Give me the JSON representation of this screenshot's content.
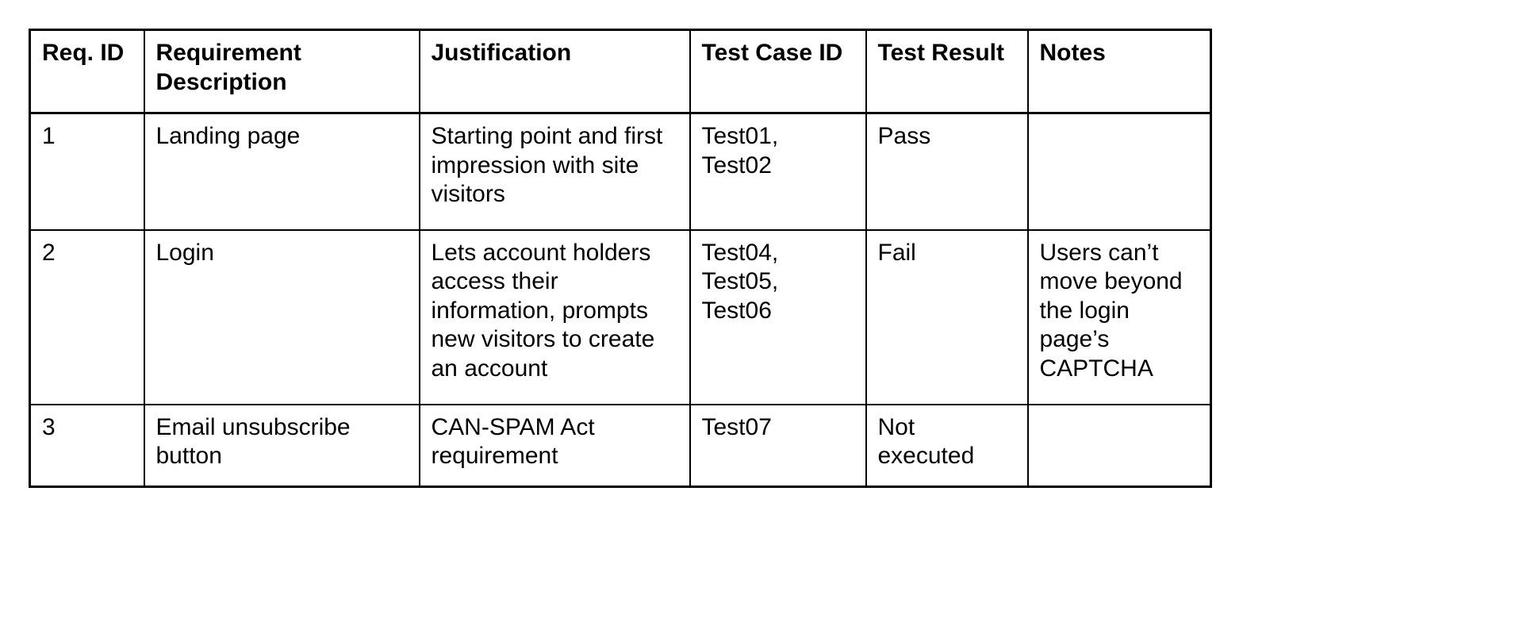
{
  "document": {
    "type": "requirements-traceability-table",
    "background_color": "#ffffff",
    "text_color": "#000000",
    "border_color": "#000000"
  },
  "table": {
    "columns": [
      {
        "key": "req_id",
        "label": "Req. ID"
      },
      {
        "key": "desc",
        "label": "Requirement Description"
      },
      {
        "key": "just",
        "label": "Justification"
      },
      {
        "key": "test_case",
        "label": "Test Case ID"
      },
      {
        "key": "result",
        "label": "Test Result"
      },
      {
        "key": "notes",
        "label": "Notes"
      }
    ],
    "rows": [
      {
        "req_id": "1",
        "desc": "Landing page",
        "just": "Starting point and first impression with site visitors",
        "test_case": "Test01, Test02",
        "result": "Pass",
        "notes": ""
      },
      {
        "req_id": "2",
        "desc": "Login",
        "just": "Lets account holders access their information, prompts new visitors to create an account",
        "test_case": "Test04, Test05, Test06",
        "result": "Fail",
        "notes": "Users can’t move beyond the login page’s CAPTCHA"
      },
      {
        "req_id": "3",
        "desc": "Email unsubscribe button",
        "just": "CAN-SPAM Act requirement",
        "test_case": "Test07",
        "result": "Not executed",
        "notes": ""
      }
    ]
  }
}
